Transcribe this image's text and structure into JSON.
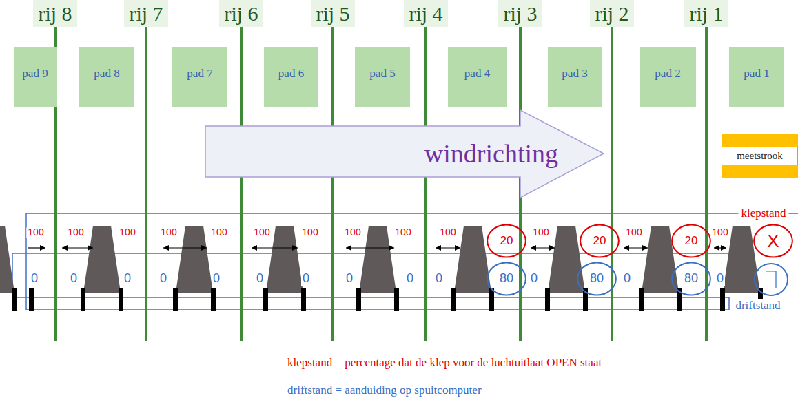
{
  "diagram": {
    "nodes": [
      {
        "text": [
          "rij 8"
        ]
      },
      {
        "text": [
          "rij 7"
        ]
      },
      {
        "text": [
          "rij 6"
        ]
      },
      {
        "text": [
          "rij 5"
        ]
      },
      {
        "text": [
          "rij 4"
        ]
      },
      {
        "text": [
          "rij 3"
        ]
      },
      {
        "text": [
          "rij 2"
        ]
      },
      {
        "text": [
          "rij 1"
        ]
      },
      {
        "text": [
          "pad 9"
        ]
      },
      {
        "text": [
          "pad 8"
        ]
      },
      {
        "text": [
          "pad 7"
        ]
      },
      {
        "text": [
          "pad 6"
        ]
      },
      {
        "text": [
          "pad 5"
        ]
      },
      {
        "text": [
          "pad 4"
        ]
      },
      {
        "text": [
          "pad 3"
        ]
      },
      {
        "text": [
          "pad 2"
        ]
      },
      {
        "text": [
          "pad 1"
        ]
      },
      {
        "text": [
          "windrichting"
        ]
      },
      {
        "text": [
          "meetstrook"
        ]
      },
      {
        "text": [
          "20"
        ]
      },
      {
        "text": [
          "20"
        ]
      },
      {
        "text": [
          "20"
        ]
      },
      {
        "text": [
          "X"
        ]
      },
      {
        "text": [
          "80"
        ]
      },
      {
        "text": [
          "80"
        ]
      },
      {
        "text": [
          "80"
        ]
      }
    ],
    "labels": [
      "100",
      "100",
      "100",
      "100",
      "100",
      "100",
      "100",
      "100",
      "100",
      "100",
      "100",
      "100",
      "100",
      "klepstand",
      "0",
      "0",
      "0",
      "0",
      "0",
      "0",
      "0",
      "0",
      "0",
      "0",
      "0",
      "0",
      "0",
      "driftstand",
      "klepstand = percentage dat de klep voor de luchtuitlaat OPEN staat",
      "driftstand = aanduiding op spuitcomputer"
    ]
  }
}
